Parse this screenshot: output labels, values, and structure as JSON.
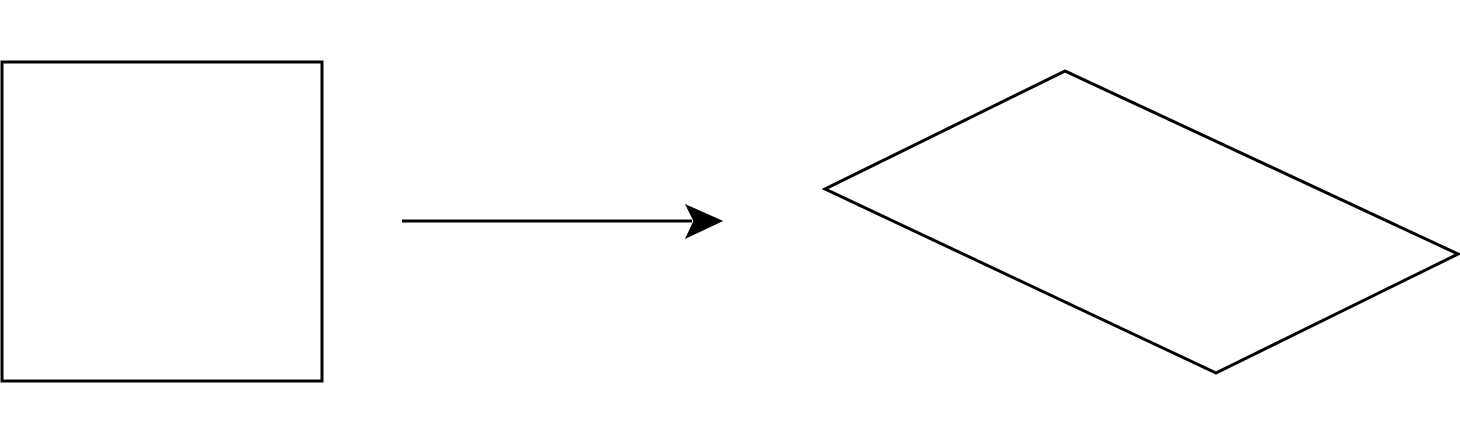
{
  "diagram": {
    "background": "#ffffff",
    "stroke_color": "#000000",
    "nodes": [
      {
        "id": "square",
        "shape": "rectangle",
        "text": ""
      },
      {
        "id": "rhombus",
        "shape": "parallelogram-rhombus",
        "text": ""
      }
    ],
    "edges": [
      {
        "from": "square",
        "to": "rhombus",
        "type": "arrow",
        "text": ""
      }
    ]
  }
}
